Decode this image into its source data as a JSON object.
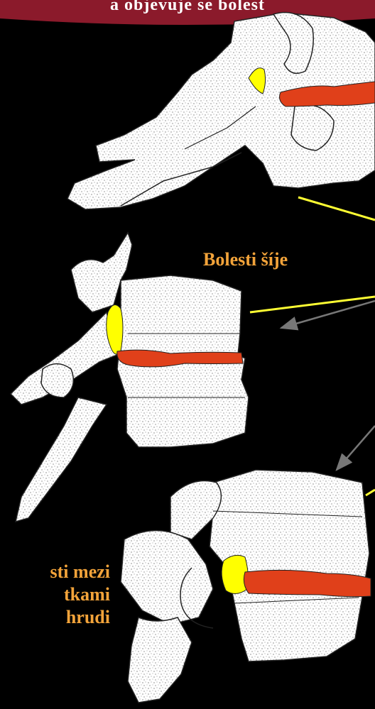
{
  "banner": {
    "text": "a objevuje se bolest",
    "background_color": "#8b1a2b"
  },
  "labels": {
    "neck_pain": "Bolesti šíje",
    "chest_pain": [
      "sti mezi",
      "tkami",
      "hrudi"
    ]
  },
  "colors": {
    "label": "#f2a33a",
    "bone": "#ffffff",
    "disc": "#e0401a",
    "nerve_foramen": "#ffff00",
    "pointer_line": "#ffff33",
    "arrow": "#777777"
  }
}
